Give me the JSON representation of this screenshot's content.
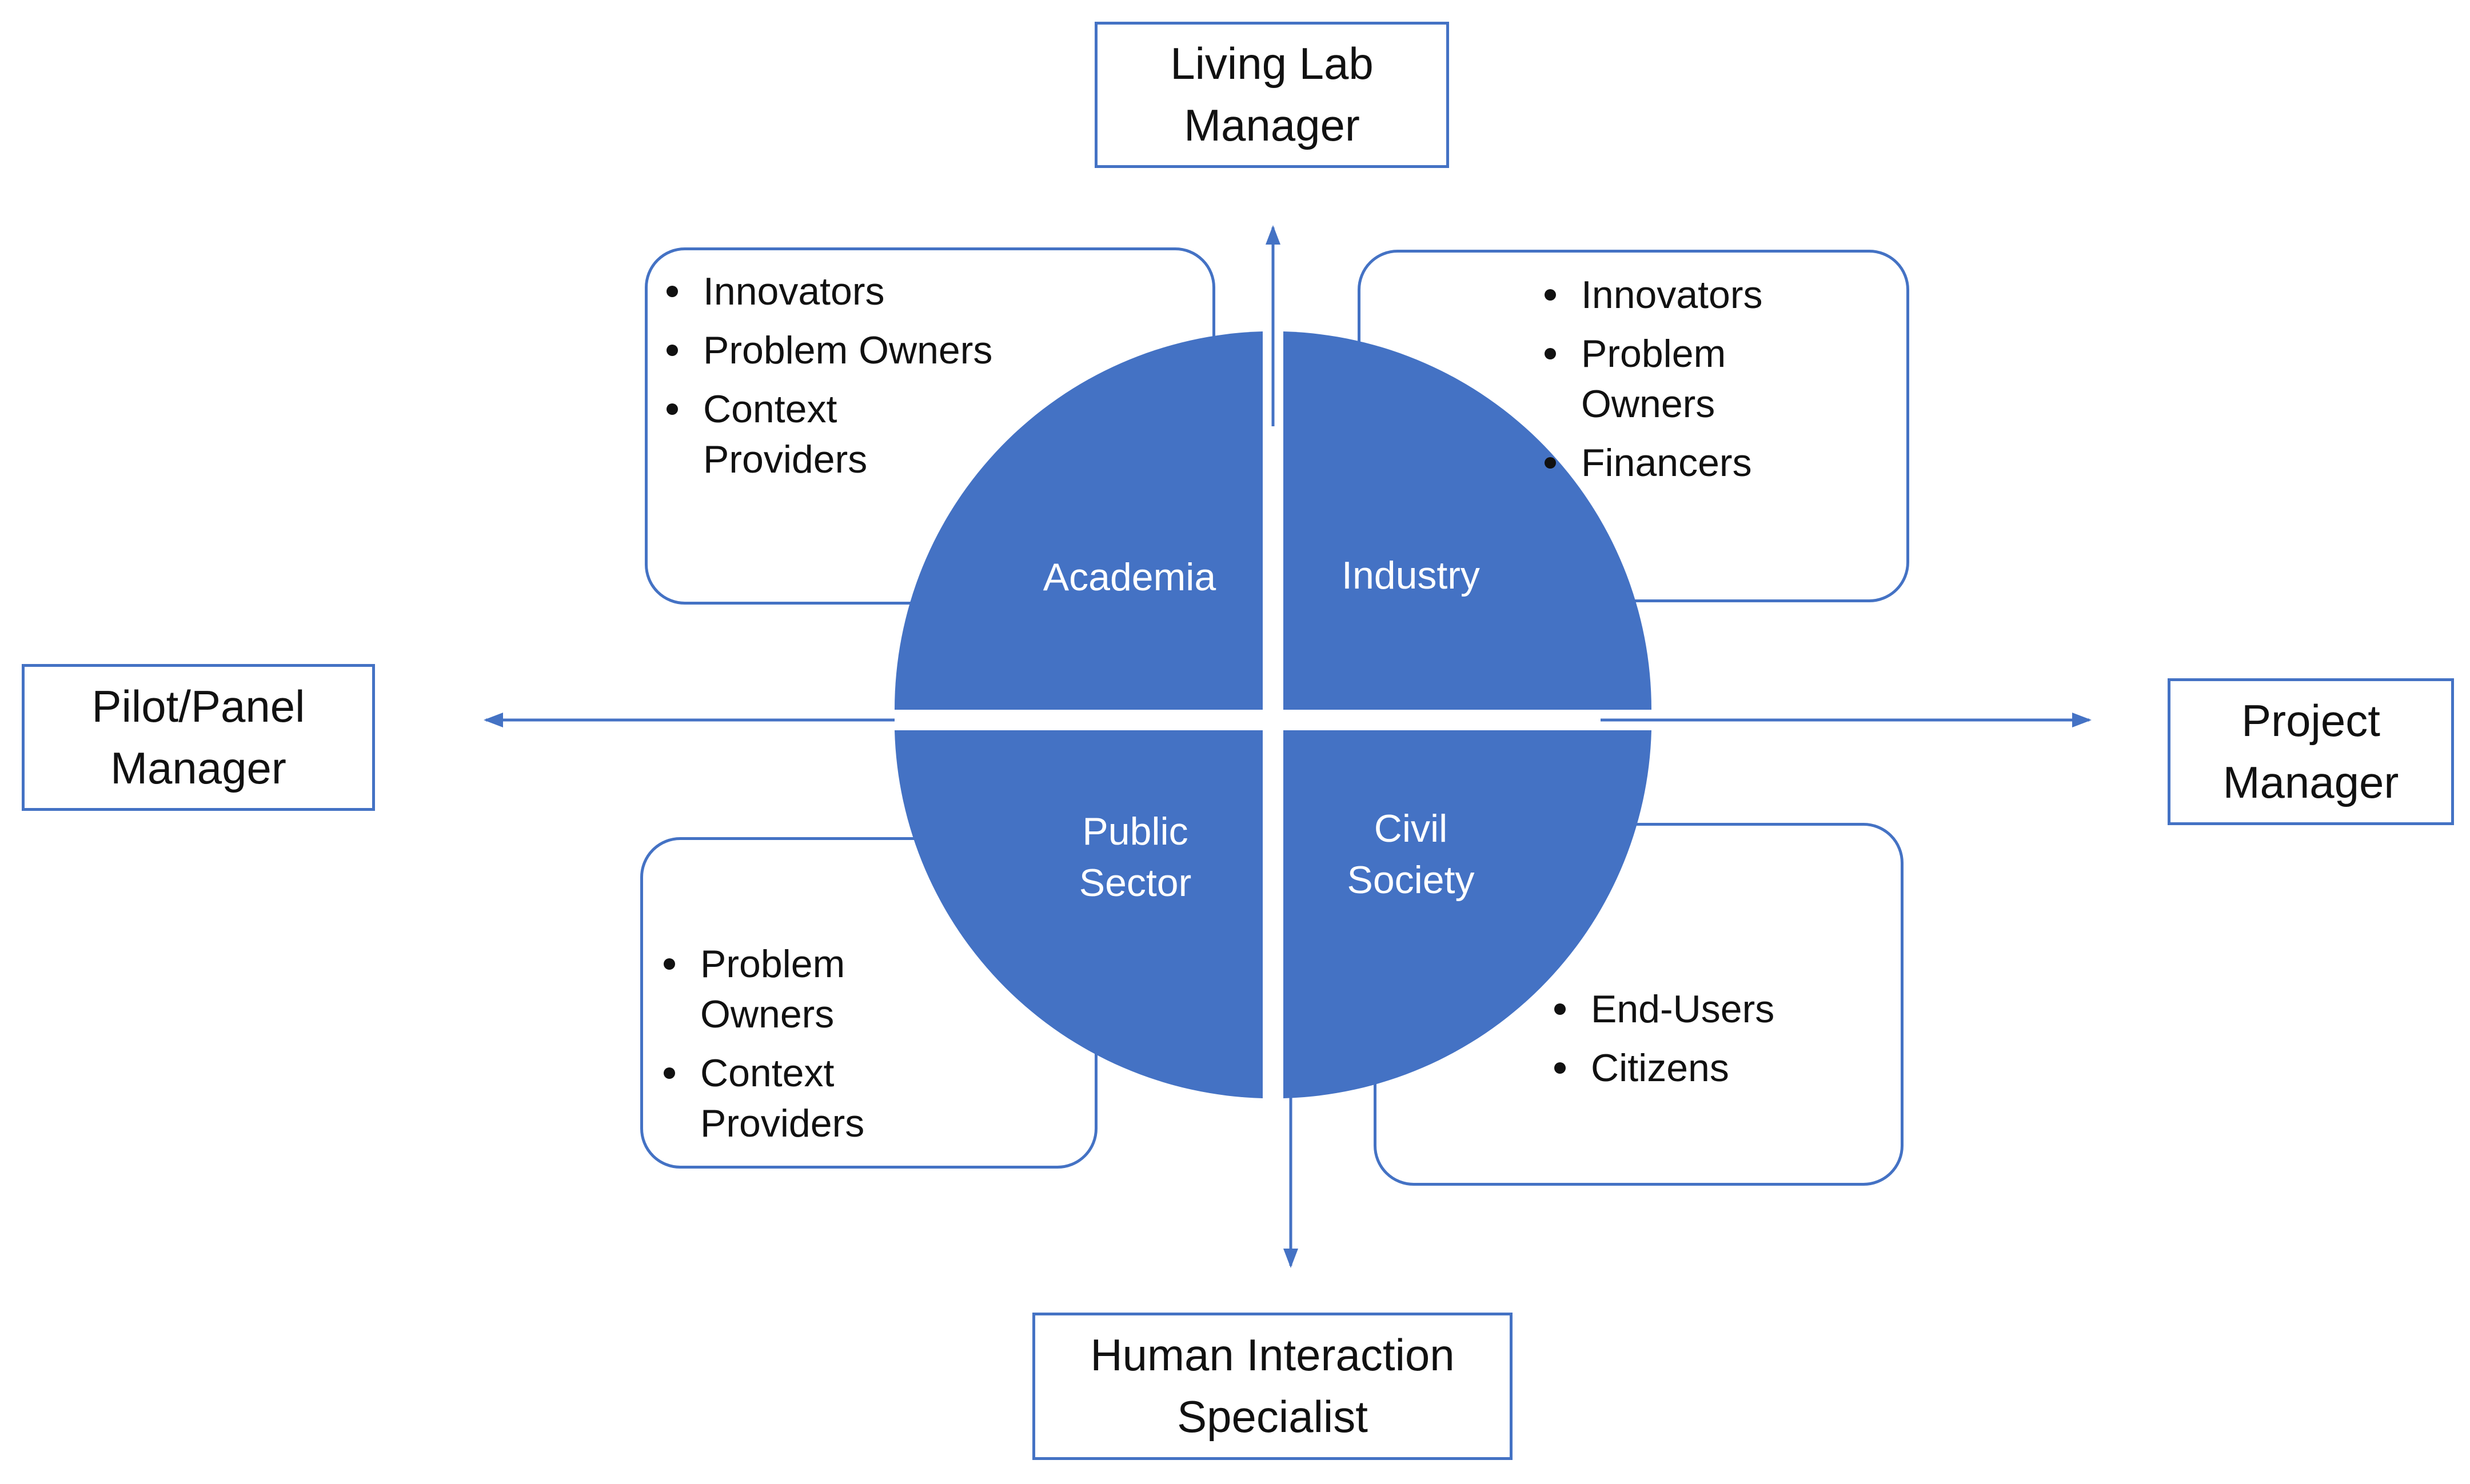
{
  "roles": {
    "top": {
      "lines": [
        "Living Lab",
        "Manager"
      ]
    },
    "left": {
      "lines": [
        "Pilot/Panel",
        "Manager"
      ]
    },
    "right": {
      "lines": [
        "Project",
        "Manager"
      ]
    },
    "bottom": {
      "lines": [
        "Human Interaction",
        "Specialist"
      ]
    }
  },
  "quadrants": {
    "top_left": {
      "label_lines": [
        "Academia"
      ]
    },
    "top_right": {
      "label_lines": [
        "Industry"
      ]
    },
    "bottom_left": {
      "label_lines": [
        "Public",
        "Sector"
      ]
    },
    "bottom_right": {
      "label_lines": [
        "Civil",
        "Society"
      ]
    }
  },
  "stakeholders": {
    "academia": [
      {
        "lines": [
          "Innovators"
        ]
      },
      {
        "lines": [
          "Problem Owners"
        ]
      },
      {
        "lines": [
          "Context",
          "Providers"
        ]
      }
    ],
    "industry": [
      {
        "lines": [
          "Innovators"
        ]
      },
      {
        "lines": [
          "Problem",
          "Owners"
        ]
      },
      {
        "lines": [
          "Financers"
        ]
      }
    ],
    "public_sector": [
      {
        "lines": [
          "Problem",
          "Owners"
        ]
      },
      {
        "lines": [
          "Context",
          "Providers"
        ]
      }
    ],
    "civil_society": [
      {
        "lines": [
          "End-Users"
        ]
      },
      {
        "lines": [
          "Citizens"
        ]
      }
    ]
  },
  "colors": {
    "accent": "#4472C4",
    "text": "#111111",
    "quadrant_text": "#FFFFFF",
    "background": "#FFFFFF"
  }
}
